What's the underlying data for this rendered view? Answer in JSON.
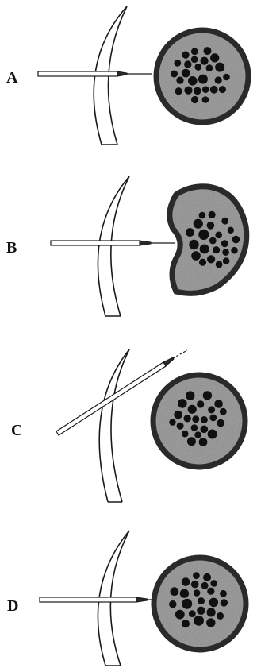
{
  "panels": [
    {
      "label": "A",
      "shape": "circle",
      "needle": "contact"
    },
    {
      "label": "B",
      "shape": "indented",
      "needle": "deforming"
    },
    {
      "label": "C",
      "shape": "circle",
      "needle": "oblique"
    },
    {
      "label": "D",
      "shape": "circle",
      "needle": "inserted"
    }
  ],
  "colors": {
    "outline": "#1a1a1a",
    "wall": "#2a2a2a",
    "stroma": "#8f8f8f",
    "cell": "#101010",
    "needle": "#ffffff",
    "background": "#ffffff"
  }
}
